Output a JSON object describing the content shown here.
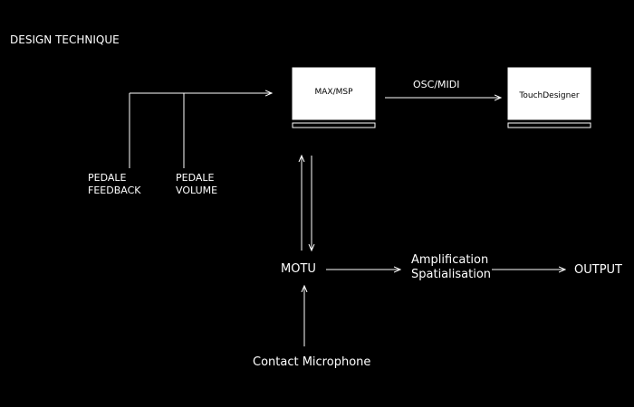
{
  "title": "DESIGN TECHNIQUE",
  "nodes": {
    "maxmsp": "MAX/MSP",
    "touchdesigner": "TouchDesigner",
    "motu": "MOTU",
    "amplification": "Amplification",
    "spatialisation": "Spatialisation",
    "output": "OUTPUT",
    "contact_microphone": "Contact Microphone",
    "pedale_feedback": [
      "PEDALE",
      "FEEDBACK"
    ],
    "pedale_volume": [
      "PEDALE",
      "VOLUME"
    ]
  },
  "edges": {
    "osc_midi": "OSC/MIDI"
  },
  "colors": {
    "background": "#000000",
    "foreground": "#ffffff",
    "screen_text": "#000000"
  },
  "icons": {
    "maxmsp": "laptop-icon",
    "touchdesigner": "laptop-icon"
  }
}
